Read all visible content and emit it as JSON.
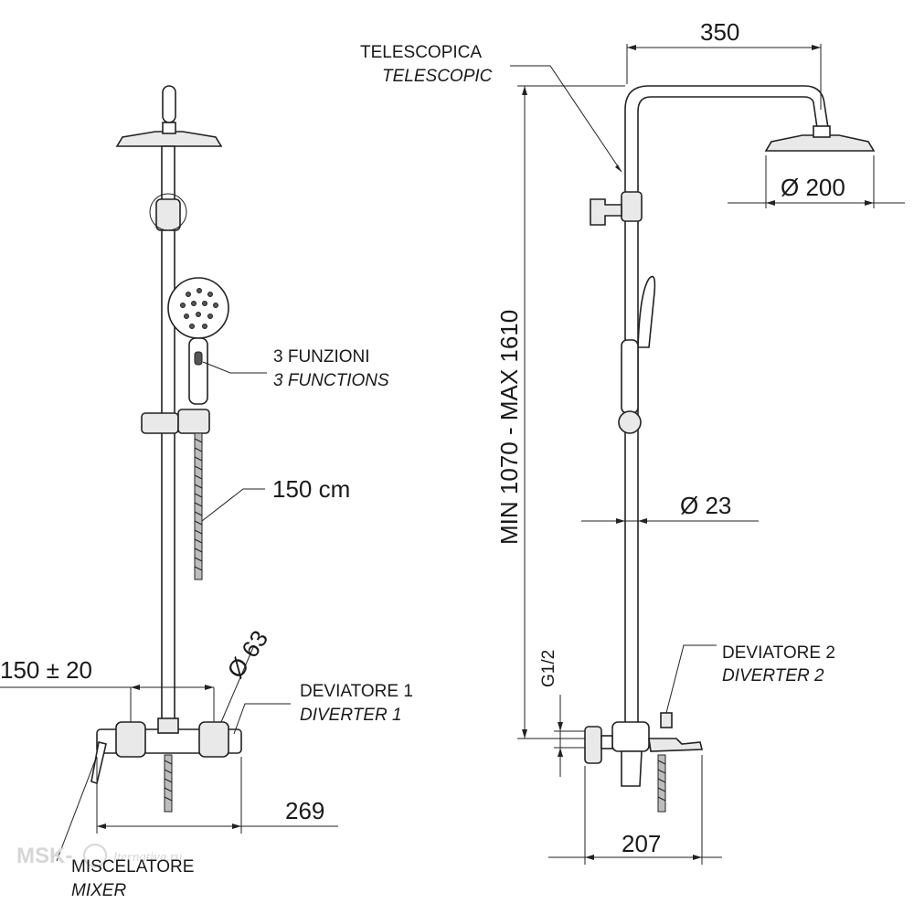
{
  "labels": {
    "telescopic_it": "TELESCOPICA",
    "telescopic_en": "TELESCOPIC",
    "functions_it": "3 FUNZIONI",
    "functions_en": "3 FUNCTIONS",
    "hose_length": "150 cm",
    "diverter1_it": "DEVIATORE 1",
    "diverter1_en": "DIVERTER 1",
    "diverter2_it": "DEVIATORE 2",
    "diverter2_en": "DIVERTER 2",
    "mixer_it": "MISCELATORE",
    "mixer_en": "MIXER"
  },
  "dimensions": {
    "arm_reach": "350",
    "head_diameter": "Ø 200",
    "height_range": "MIN 1070 - MAX 1610",
    "pipe_diameter": "Ø 23",
    "thread": "G1/2",
    "mixer_width": "269",
    "inlet_centers": "150 ± 20",
    "flange_diameter": "Ø 63",
    "side_depth": "207"
  },
  "watermark": {
    "brand": "MSK-",
    "site": "lternativa.ru"
  }
}
